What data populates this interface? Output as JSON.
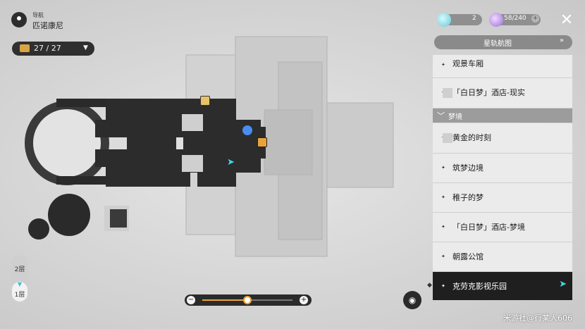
{
  "nav": {
    "label": "导航",
    "place": "匹诺康尼"
  },
  "chest": {
    "count": "27 / 27",
    "icon": "treasure-chest-icon"
  },
  "resources": [
    {
      "icon": "crystal-icon",
      "value": "2"
    },
    {
      "icon": "trailblaze-power-icon",
      "value": "58/240",
      "plus": "+"
    }
  ],
  "close_icon": "✕",
  "star_map": {
    "label": "星轨航图",
    "arrow": "»"
  },
  "locations": {
    "items_before": [
      {
        "label": "观景车厢"
      },
      {
        "label": "「白日梦」酒店-现实"
      }
    ],
    "section": {
      "label": "梦境"
    },
    "items_after": [
      {
        "label": "黄金的时刻"
      },
      {
        "label": "筑梦边境"
      },
      {
        "label": "稚子的梦"
      },
      {
        "label": "「白日梦」酒店-梦境"
      },
      {
        "label": "朝露公馆"
      },
      {
        "label": "克劳克影视乐园",
        "active": true
      }
    ]
  },
  "floors": {
    "upper": "2层",
    "current": "1层"
  },
  "zoom": {
    "minus": "−",
    "plus": "+",
    "level": 0.5
  },
  "watermark": "米游社@行某人606",
  "colors": {
    "accent": "#3fd6e8",
    "orange": "#e9a23b",
    "panel_dark": "#1f1f1f"
  }
}
